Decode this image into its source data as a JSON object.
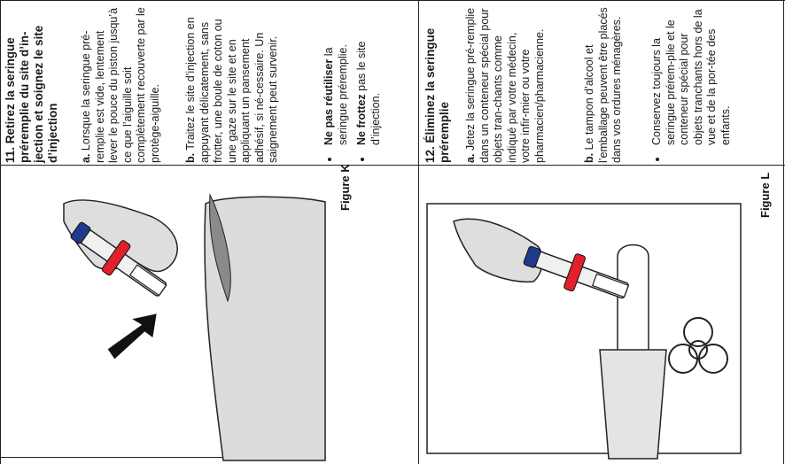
{
  "step11": {
    "title": "11. Retirez la seringue préremplie du site d’in-jection et soignez le site d’injection",
    "a_label": "a.",
    "a_text": " Lorsque la seringue pré-remplie est vide, lentement lever le pouce du piston jusqu’à ce que l’aiguille soit complètement recouverte par le protège-aiguille.",
    "b_label": "b.",
    "b_text": " Traitez le site d’injection en appuyant délicatement, sans frotter, une boule de coton ou une gaze sur le site et en appliquant un pansement adhésif, si né-cessaire. Un saignement peut survenir.",
    "bullets": [
      {
        "bold": "Ne pas réutiliser",
        "text": " la seringue préremplie."
      },
      {
        "bold": "Ne frottez",
        "text": " pas le site d’injection."
      }
    ],
    "figure_label": "Figure K"
  },
  "step12": {
    "title": "12. Éliminez la seringue préremplie",
    "a_label": "a.",
    "a_text": " Jetez la seringue pré-remplie dans un conteneur spécial pour objets tran-chants comme indiqué par votre médecin, votre infir-mier ou votre pharmacien/pharmacienne.",
    "b_label": "b.",
    "b_text": " Le tampon d’alcool et l’emballage peuvent être placés dans vos ordures ménagères.",
    "bullets": [
      {
        "bold": "",
        "text": "Conservez toujours la seringue prérem-plie et le conteneur spécial pour objets tranchants hors de la vue et de la por-tée des enfants."
      }
    ],
    "figure_label": "Figure L"
  },
  "colors": {
    "plunger_red": "#e0202a",
    "barrel_blue": "#1f3a8a",
    "illustration_gray": "#d4d4d4",
    "outline": "#222222"
  }
}
